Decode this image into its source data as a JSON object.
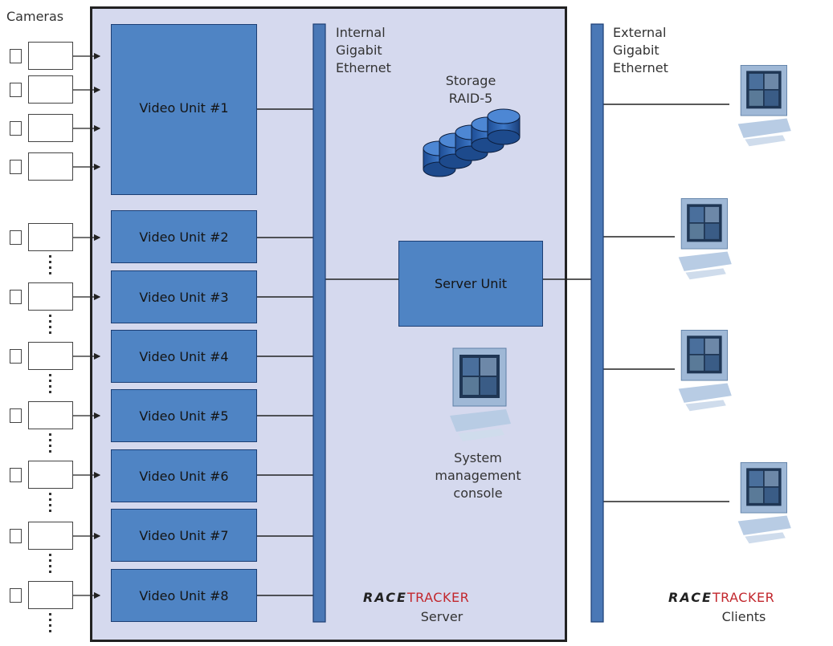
{
  "cameras_label": "Cameras",
  "video_units": [
    "Video Unit #1",
    "Video Unit #2",
    "Video Unit #3",
    "Video Unit #4",
    "Video Unit #5",
    "Video Unit #6",
    "Video Unit #7",
    "Video Unit #8"
  ],
  "internal_network_label": "Internal\nGigabit\nEthernet",
  "external_network_label": "External\nGigabit\nEthernet",
  "storage_label": "Storage\nRAID-5",
  "server_unit_label": "Server Unit",
  "console_label": "System\nmanagement\nconsole",
  "brand": {
    "race": "RACE",
    "tracker": "TRACKER"
  },
  "server_caption": "Server",
  "clients_caption": "Clients",
  "colors": {
    "unit_fill": "#4f84c4",
    "server_panel": "#d5d9ee",
    "bus": "#4a78b6",
    "brand_accent": "#c2272d"
  },
  "icons": [
    "camera-icon",
    "raid-disk-icon",
    "computer-monitor-icon"
  ]
}
